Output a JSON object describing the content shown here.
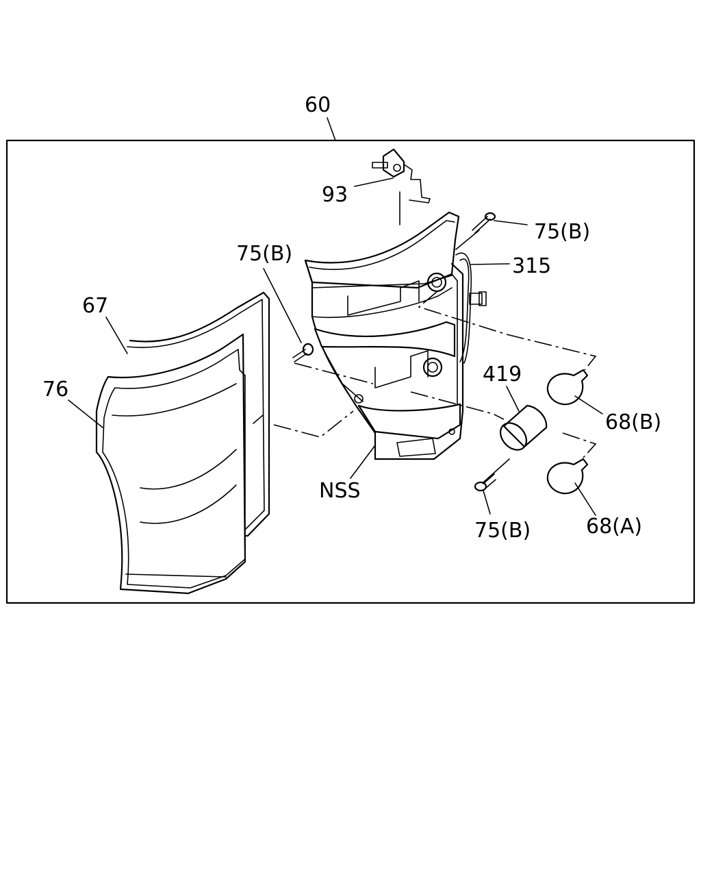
{
  "labels": {
    "assembly": "60",
    "bracket": "93",
    "screw_top_right": "75(B)",
    "screw_left": "75(B)",
    "harness": "315",
    "gasket": "67",
    "lens": "76",
    "socket": "419",
    "bulb_b": "68(B)",
    "bulb_a": "68(A)",
    "nss": "NSS",
    "screw_bottom": "75(B)"
  }
}
